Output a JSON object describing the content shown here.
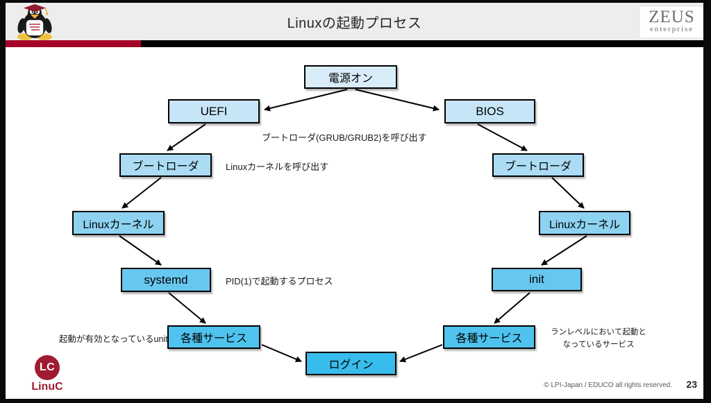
{
  "header": {
    "title": "Linuxの起動プロセス",
    "zeus_logo": {
      "name": "ZEUS",
      "sub": "enterprise"
    }
  },
  "colors": {
    "stripe_red": "#a40329",
    "stripe_black": "#000000",
    "header_bg": "#ededed",
    "brand_red": "#9f1b31",
    "node_border": "#000000"
  },
  "diagram": {
    "nodes": {
      "power": {
        "label": "電源オン",
        "fill": "#d9edf9"
      },
      "uefi": {
        "label": "UEFI",
        "fill": "#c6e6f7"
      },
      "bios": {
        "label": "BIOS",
        "fill": "#c6e6f7"
      },
      "bootloader_left": {
        "label": "ブートローダ",
        "fill": "#abdcf4"
      },
      "bootloader_right": {
        "label": "ブートローダ",
        "fill": "#abdcf4"
      },
      "kernel_left": {
        "label": "Linuxカーネル",
        "fill": "#8dd2f1"
      },
      "kernel_right": {
        "label": "Linuxカーネル",
        "fill": "#8dd2f1"
      },
      "systemd": {
        "label": "systemd",
        "fill": "#67c8ef"
      },
      "init": {
        "label": "init",
        "fill": "#67c8ef"
      },
      "services_left": {
        "label": "各種サービス",
        "fill": "#4fc2ee"
      },
      "services_right": {
        "label": "各種サービス",
        "fill": "#4fc2ee"
      },
      "login": {
        "label": "ログイン",
        "fill": "#38bcec"
      }
    },
    "edges": [
      [
        "power",
        "uefi"
      ],
      [
        "power",
        "bios"
      ],
      [
        "uefi",
        "bootloader_left"
      ],
      [
        "bios",
        "bootloader_right"
      ],
      [
        "bootloader_left",
        "kernel_left"
      ],
      [
        "bootloader_right",
        "kernel_right"
      ],
      [
        "kernel_left",
        "systemd"
      ],
      [
        "kernel_right",
        "init"
      ],
      [
        "systemd",
        "services_left"
      ],
      [
        "init",
        "services_right"
      ],
      [
        "services_left",
        "login"
      ],
      [
        "services_right",
        "login"
      ]
    ],
    "annotations": {
      "grub": "ブートローダ(GRUB/GRUB2)を呼び出す",
      "call_kernel": "Linuxカーネルを呼び出す",
      "pid1": "PID(1)で起動するプロセス",
      "unit": "起動が有効となっているunit",
      "runlevel": "ランレベルにおいて起動と\nなっているサービス"
    }
  },
  "footer": {
    "linuc_logo": {
      "badge": "LC",
      "label": "LinuC"
    },
    "copyright": "© LPI-Japan / EDUCO all rights reserved.",
    "page_number": "23"
  }
}
